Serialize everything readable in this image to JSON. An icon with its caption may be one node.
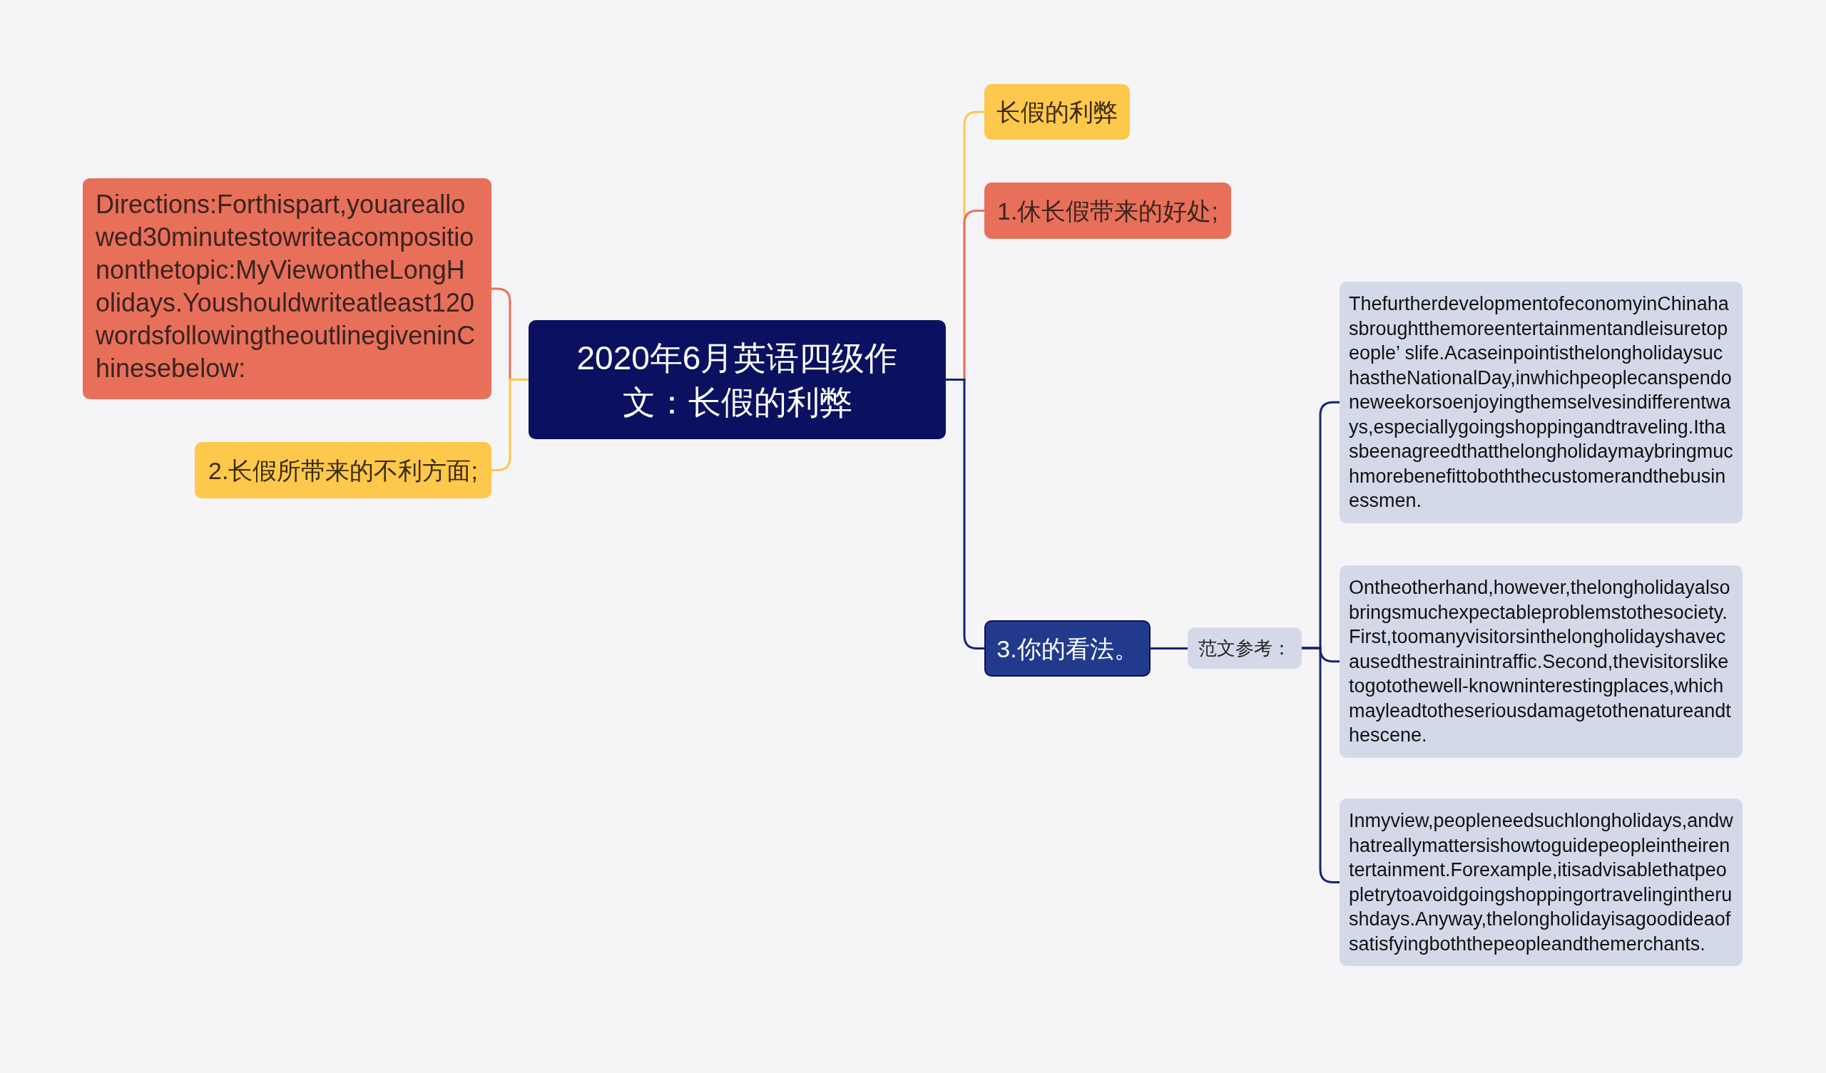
{
  "diagram": {
    "nodes": [
      {
        "text": [
          "2020年6月英语四级作文：长假的利弊"
        ]
      },
      {
        "text": [
          "Directions:Forthispart,youareallowed30minutestowriteacompositiononthetopic:MyViewontheLongHolidays.Youshouldwriteatleast120wordsfollowingtheoutlinegiveninChinesebelow:"
        ]
      },
      {
        "text": [
          "2.长假所带来的不利方面;"
        ]
      },
      {
        "text": [
          "长假的利弊"
        ]
      },
      {
        "text": [
          "1.休长假带来的好处;"
        ]
      },
      {
        "text": [
          "3.你的看法。"
        ]
      },
      {
        "text": [
          "范文参考："
        ]
      },
      {
        "text": [
          "ThefurtherdevelopmentofeconomyinChinahasbroughtthemoreentertainmentandleisuretopeople’ slife.AcaseinpointisthelongholidaysuchastheNationalDay,inwhichpeoplecanspendoneweekorsoenjoyingthemselvesindifferentways,especiallygoingshoppingandtraveling.Ithasbeenagreedthatthelongholidaymaybringmuchmorebenefittoboththecustomerandthebusinessmen."
        ]
      },
      {
        "text": [
          "Ontheotherhand,however,thelongholidayalsobringsmuchexpectableproblemstothesociety.First,toomanyvisitorsinthelongholidayshavecausedthestrainintraffic.Second,thevisitorsliketogotothewell-knowninterestingplaces,whichmayleadtotheseriousdamagetothenatureandthescene."
        ]
      },
      {
        "text": [
          "Inmyview,peopleneedsuchlongholidays,andwhatreallymattersishowtoguidepeopleintheirentertainment.Forexample,itisadvisablethatpeopletrytoavoidgoingshoppingortravelingintherushdays.Anyway,thelongholidayisagoodideaofsatisfyingboththepeopleandthemerchants."
        ]
      }
    ],
    "edges": [
      {
        "from": 0,
        "to": 1,
        "arrow": "none",
        "color": "#e8705a"
      },
      {
        "from": 0,
        "to": 2,
        "arrow": "none",
        "color": "#fdc84b"
      },
      {
        "from": 0,
        "to": 3,
        "arrow": "none",
        "color": "#fdc84b"
      },
      {
        "from": 0,
        "to": 4,
        "arrow": "none",
        "color": "#e8705a"
      },
      {
        "from": 0,
        "to": 5,
        "arrow": "none"
      },
      {
        "from": 5,
        "to": 6,
        "arrow": "none"
      },
      {
        "from": 6,
        "to": 7,
        "arrow": "none"
      },
      {
        "from": 6,
        "to": 8,
        "arrow": "none"
      },
      {
        "from": 6,
        "to": 9,
        "arrow": "none"
      }
    ]
  }
}
